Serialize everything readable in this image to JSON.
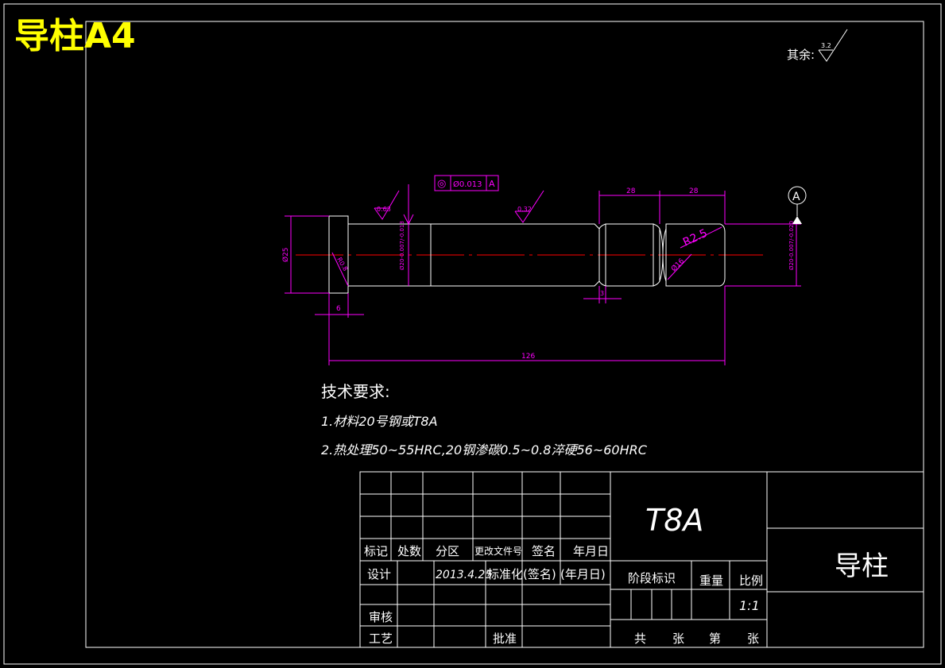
{
  "sheet_title": "导柱A4",
  "surface_note": "其余:",
  "surface_value_default": "3.2",
  "drawing": {
    "tolerance_frame": {
      "symbol": "◎",
      "value": "Ø0.013",
      "datum": "A"
    },
    "datum_label": "A",
    "roughness": [
      "0.63",
      "0.32"
    ],
    "dimensions": {
      "head_dia": "Ø25",
      "head_len": "6",
      "chamfer": "R0.8",
      "body_dia": "Ø20-0.007/-0.013",
      "seg1": "28",
      "seg2": "28",
      "groove_dia": "Ø16",
      "groove_width": "3",
      "fillet": "R2.5",
      "end_dia": "Ø20-0.007/-0.020",
      "total_len": "126"
    }
  },
  "tech_requirements": {
    "title": "技术要求:",
    "items": [
      "1.材料20号钢或T8A",
      "2.热处理50~55HRC,20钢渗碳0.5~0.8淬硬56~60HRC"
    ]
  },
  "title_block": {
    "material": "T8A",
    "part_name": "导柱",
    "rev_headers": [
      "标记",
      "处数",
      "分区",
      "更改文件号",
      "签名",
      "年月日"
    ],
    "design_row": [
      "设计",
      "2013.4.25",
      "标准化",
      "(签名)",
      "(年月日)"
    ],
    "check_label": "审核",
    "process_label": "工艺",
    "approve_label": "批准",
    "stage_label": "阶段标识",
    "weight_label": "重量",
    "scale_label": "比例",
    "scale_value": "1:1",
    "sheet_labels": [
      "共",
      "张",
      "第",
      "张"
    ]
  }
}
